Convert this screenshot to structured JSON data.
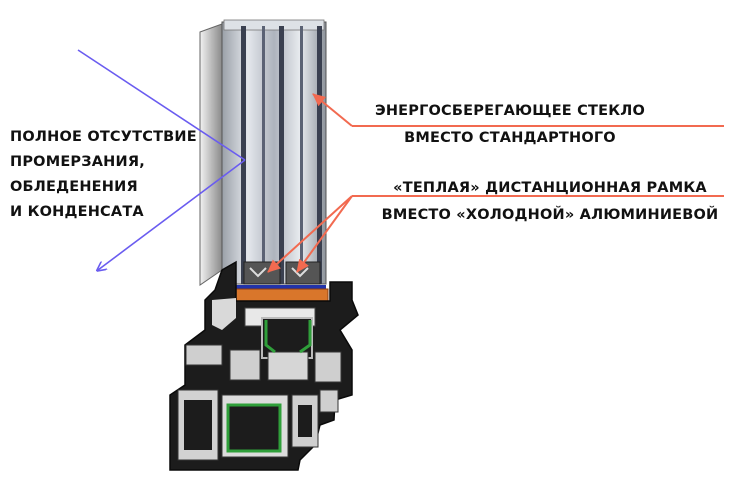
{
  "callouts": {
    "no_freezing": {
      "lines": [
        "ПОЛНОЕ ОТСУТСТВИЕ",
        "ПРОМЕРЗАНИЯ,",
        "ОБЛЕДЕНЕНИЯ",
        "И КОНДЕНСАТА"
      ],
      "arrow_color": "#6a5cf0"
    },
    "energy_glass": {
      "lines": [
        "ЭНЕРГОСБЕРЕГАЮЩЕЕ СТЕКЛО",
        "ВМЕСТО СТАНДАРТНОГО"
      ],
      "arrow_color": "#f26a50"
    },
    "warm_spacer": {
      "lines": [
        "«ТЕПЛАЯ» ДИСТАНЦИОННАЯ РАМКА",
        "ВМЕСТО «ХОЛОДНОЙ» АЛЮМИНИЕВОЙ"
      ],
      "arrow_color": "#f26a50"
    }
  },
  "colors": {
    "profile_dark": "#1c1c1c",
    "profile_light": "#d9d9d9",
    "glass": "#c7ccd3",
    "gasket_green": "#2f9f3a",
    "spacer_orange": "#d9762b",
    "spacer_blue": "#2233aa"
  }
}
